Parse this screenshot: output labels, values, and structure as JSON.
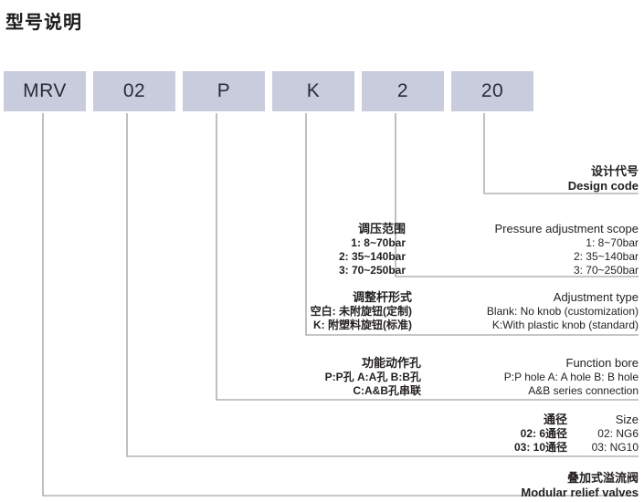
{
  "title": "型号说明",
  "code_boxes": [
    {
      "value": "MRV"
    },
    {
      "value": "02"
    },
    {
      "value": "P"
    },
    {
      "value": "K"
    },
    {
      "value": "2"
    },
    {
      "value": "20"
    }
  ],
  "annotations": {
    "design_code": {
      "cn_head": "设计代号",
      "en_head": "Design code"
    },
    "pressure": {
      "cn_head": "调压范围",
      "en_head": "Pressure adjustment scope",
      "cn_lines": [
        "1: 8~70bar",
        "2: 35~140bar",
        "3: 70~250bar"
      ],
      "en_lines": [
        "1: 8~70bar",
        "2: 35~140bar",
        "3: 70~250bar"
      ]
    },
    "adjustment": {
      "cn_head": "调整杆形式",
      "en_head": "Adjustment type",
      "cn_lines": [
        "空白: 未附旋钮(定制)",
        "K: 附塑料旋钮(标准)"
      ],
      "en_lines": [
        "Blank: No knob (customization)",
        "K:With plastic knob (standard)"
      ]
    },
    "function_bore": {
      "cn_head": "功能动作孔",
      "en_head": "Function bore",
      "cn_lines": [
        "P:P孔  A:A孔  B:B孔",
        "C:A&B孔串联"
      ],
      "en_lines": [
        "P:P hole   A: A hole   B: B hole",
        "A&B series connection"
      ]
    },
    "size": {
      "cn_head": "通径",
      "en_head": "Size",
      "cn_lines": [
        "02: 6通径",
        "03: 10通径"
      ],
      "en_lines": [
        "02: NG6",
        "03: NG10"
      ]
    },
    "product": {
      "cn_head": "叠加式溢流阀",
      "en_head": "Modular relief valves"
    }
  },
  "colors": {
    "box_fill": "#c9ccdd",
    "line": "#8d8d93",
    "text": "#231f20"
  }
}
